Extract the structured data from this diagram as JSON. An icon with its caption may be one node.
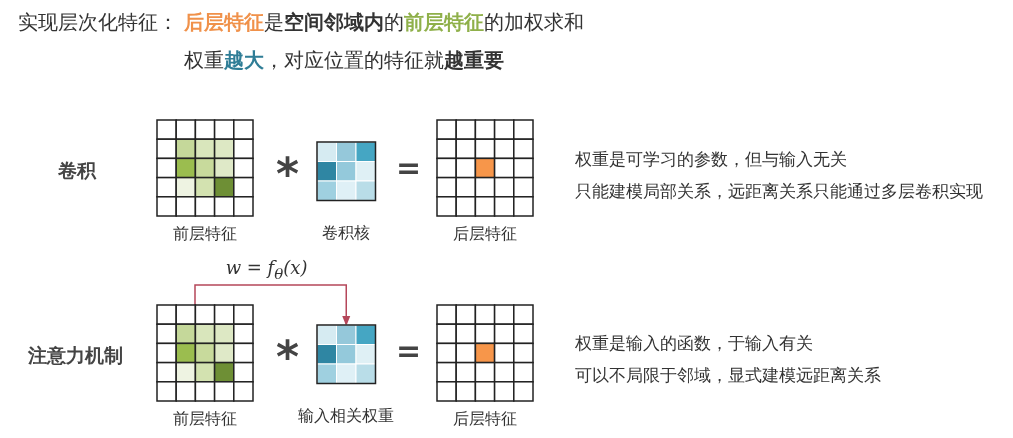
{
  "diagram": {
    "nodes": [
      {
        "text": [
          "前层特征"
        ]
      },
      {
        "text": [
          "卷积核"
        ]
      },
      {
        "text": [
          "后层特征"
        ]
      },
      {
        "text": [
          "前层特征"
        ]
      },
      {
        "text": [
          "输入相关权重"
        ]
      },
      {
        "text": [
          "后层特征"
        ]
      }
    ],
    "edges": [
      {
        "from": 3,
        "to": 4,
        "arrow": "to",
        "label": "w = f$_{θ}$(x)"
      }
    ],
    "labels": [
      "实现层次化特征：",
      "**后层特征**是**空间邻域内**的**前层特征**的加权求和",
      "权重**越大**，对应位置的特征就**越重要**",
      "卷积",
      "*",
      "=",
      "权重是可学习的参数，但与输入无关",
      "只能建模局部关系，远距离关系只能通过多层卷积实现",
      "注意力机制",
      "*",
      "=",
      "权重是输入的函数，于输入有关",
      "可以不局限于邻域，显式建模远距离关系"
    ]
  }
}
